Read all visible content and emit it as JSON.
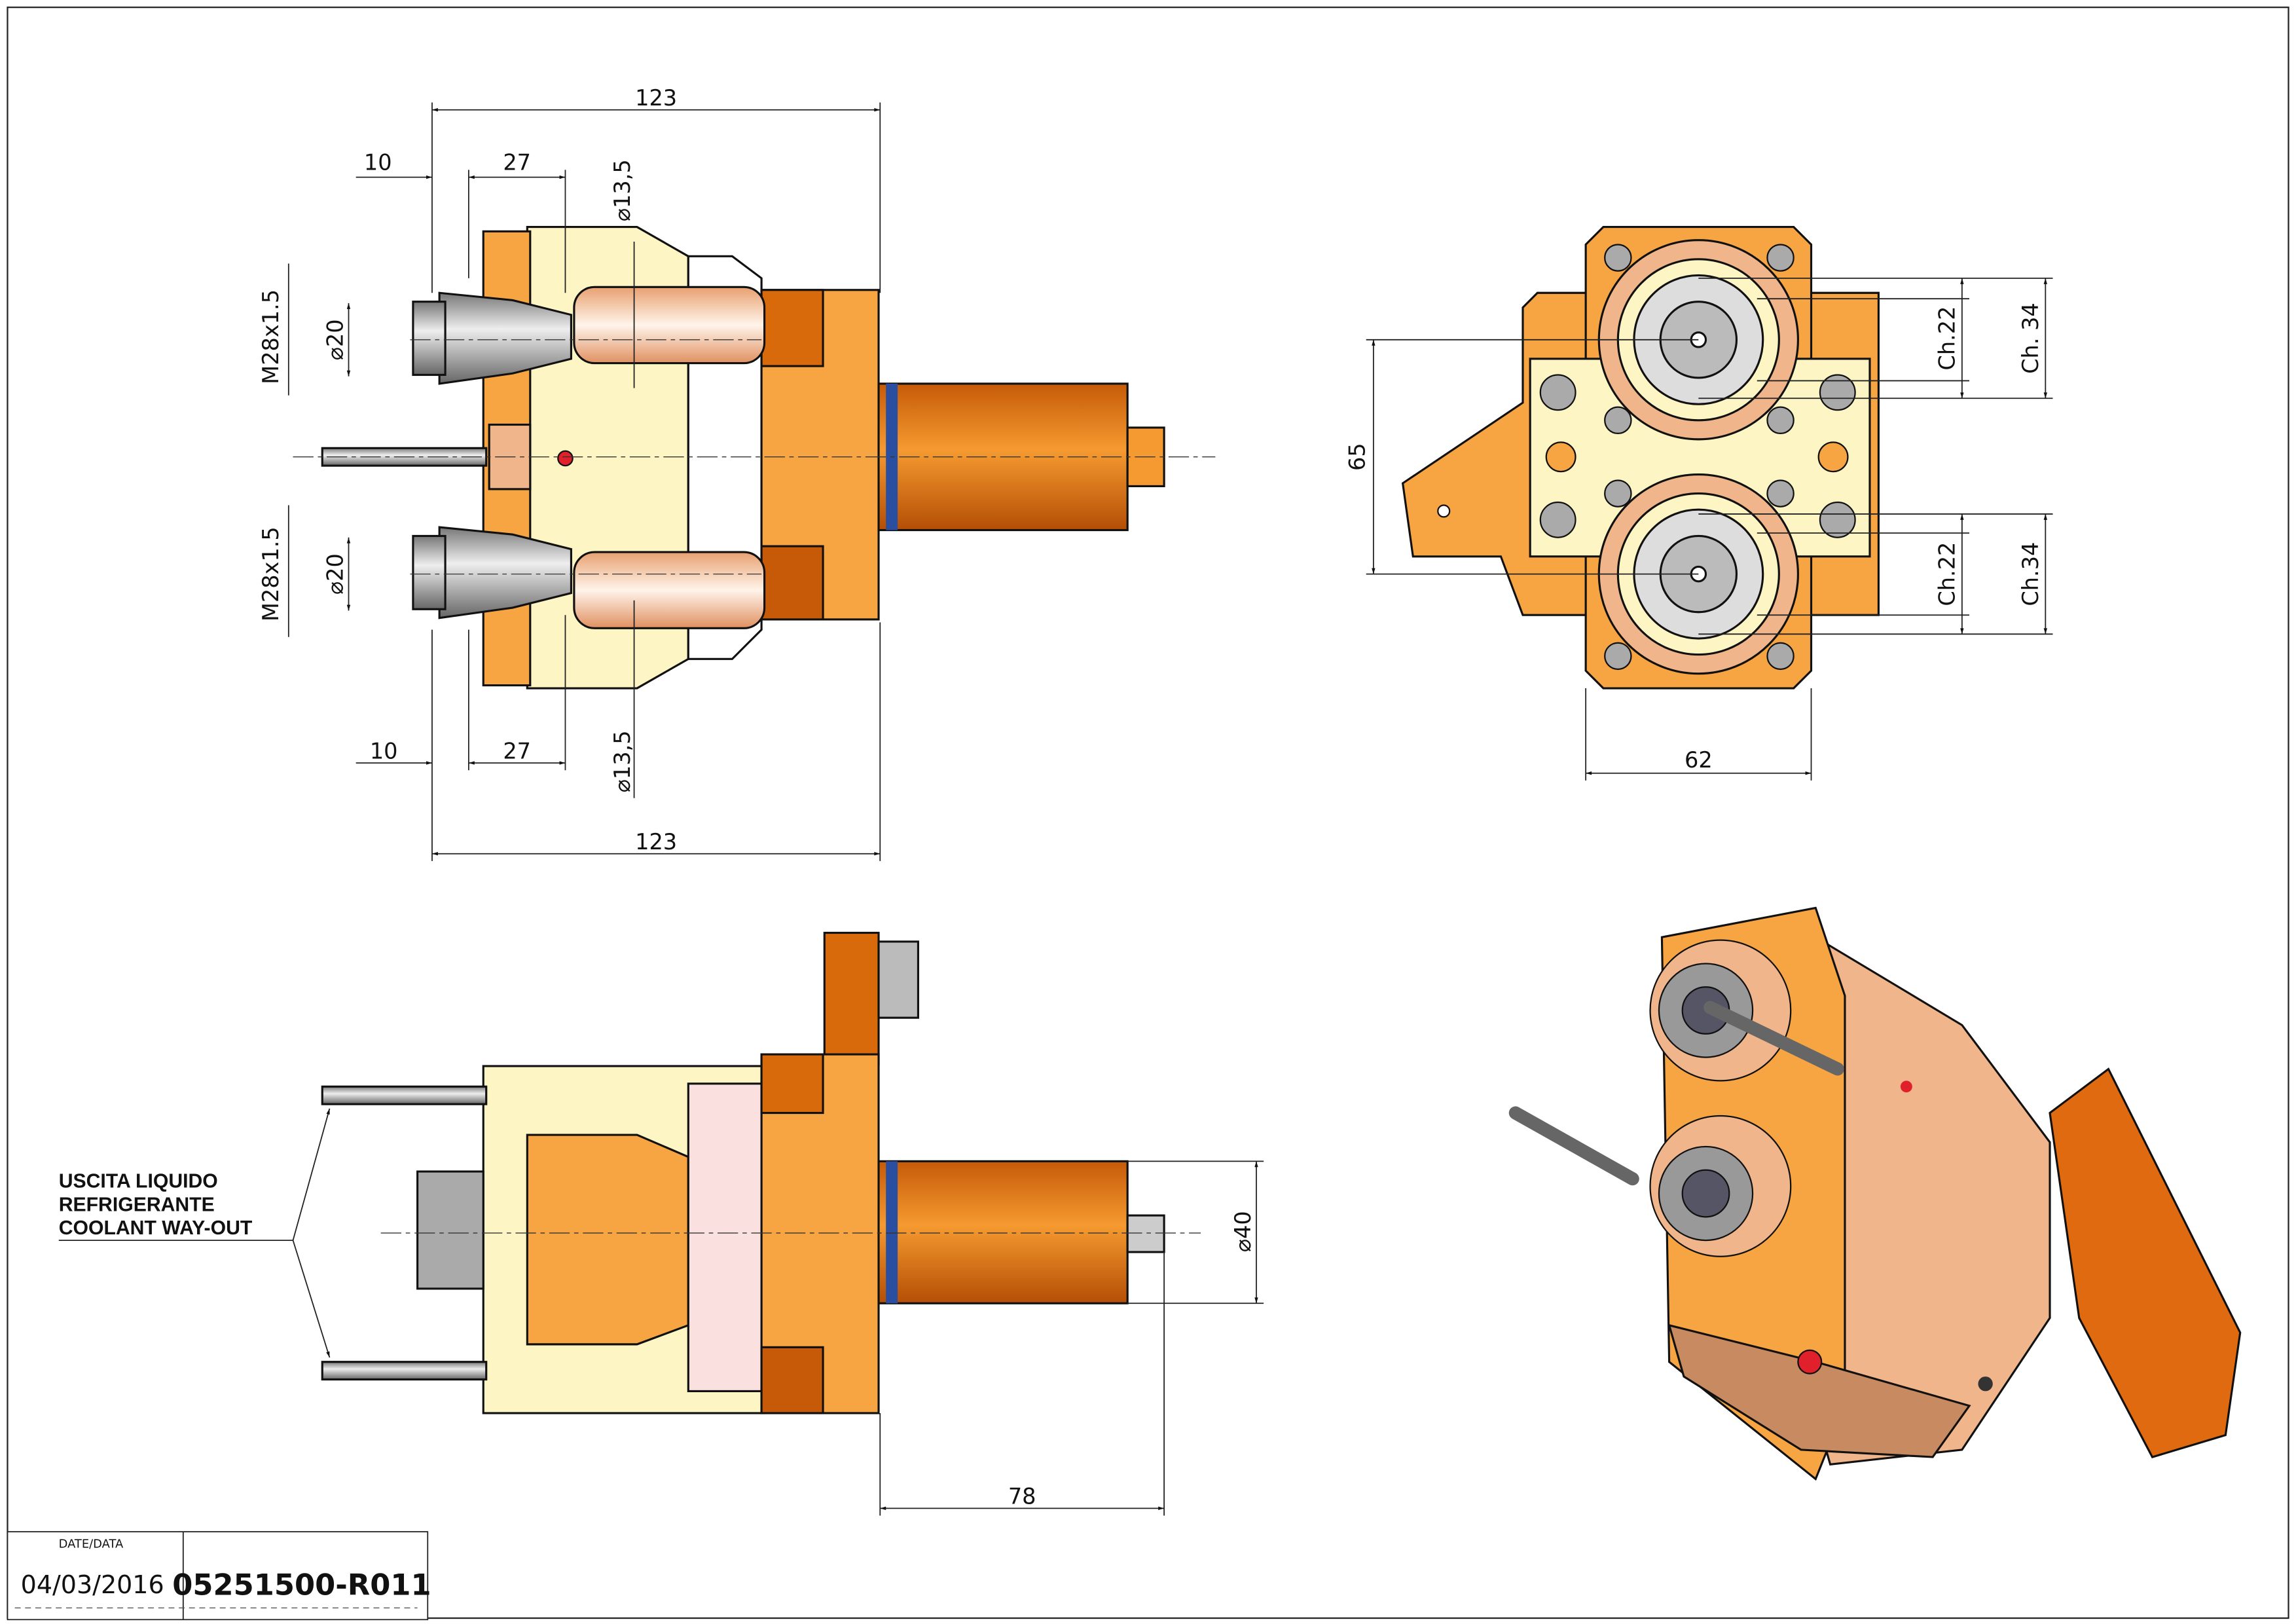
{
  "colors": {
    "orange": "#f7a542",
    "dark_orange": "#d96a0c",
    "yellow": "#fdf5c4",
    "peach": "#f0b58a",
    "steel": "#b9bcc4",
    "red": "#e0202a"
  },
  "front_view": {
    "dims": {
      "overall_top": "123",
      "offset_top": "10",
      "length_top": "27",
      "dia_top": "⌀13,5",
      "thread_upper": "M28x1.5",
      "dia_upper": "⌀20",
      "thread_lower": "M28x1.5",
      "dia_lower": "⌀20",
      "offset_bottom": "10",
      "length_bottom": "27",
      "dia_bottom": "⌀13,5",
      "overall_bottom": "123"
    }
  },
  "end_view": {
    "dims": {
      "center_distance": "65",
      "width": "62",
      "upper_ch_small": "Ch.22",
      "upper_ch_large": "Ch. 34",
      "lower_ch_small": "Ch.22",
      "lower_ch_large": "Ch.34"
    }
  },
  "side_view": {
    "coolant_label": [
      "USCITA LIQUIDO",
      "REFRIGERANTE",
      "COOLANT WAY-OUT"
    ],
    "dims": {
      "shank_dia": "⌀40",
      "shank_length": "78"
    }
  },
  "title_block": {
    "date_label": "DATE/DATA",
    "date": "04/03/2016",
    "drawing_number": "05251500-R011"
  }
}
